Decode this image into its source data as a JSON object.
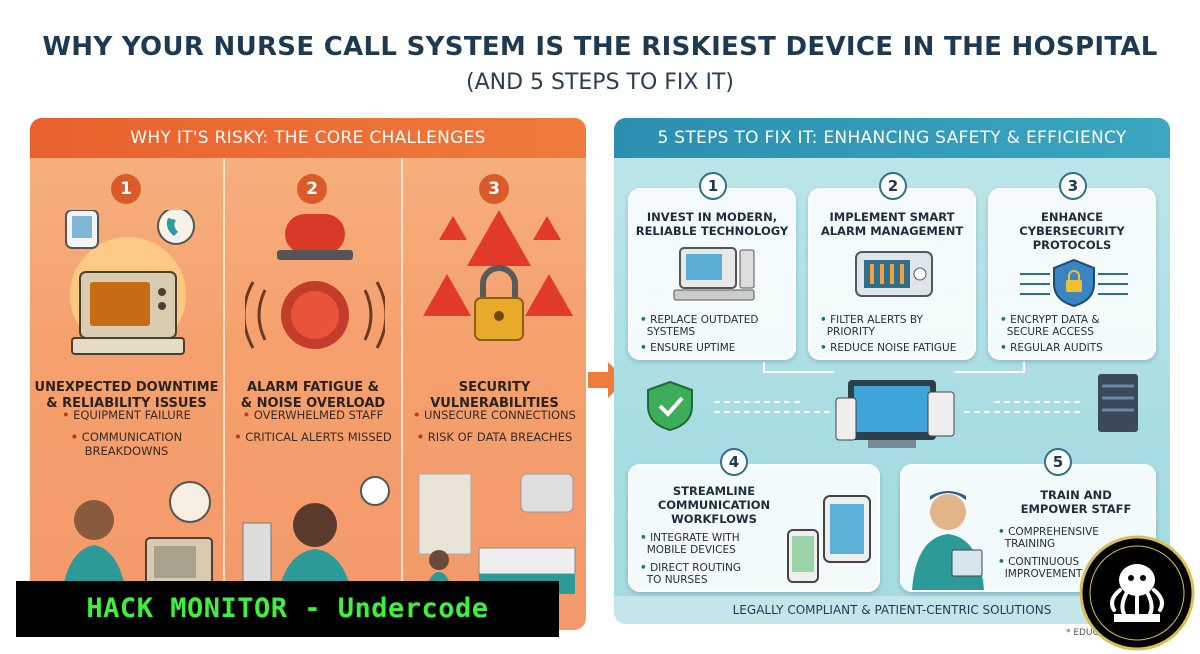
{
  "title": "WHY YOUR NURSE CALL SYSTEM IS THE RISKIEST DEVICE IN THE HOSPITAL",
  "subtitle": "(AND 5 STEPS TO FIX IT)",
  "left": {
    "header": "WHY IT'S RISKY: THE CORE CHALLENGES",
    "columns": [
      {
        "num": "1",
        "heading_l1": "UNEXPECTED DOWNTIME",
        "heading_l2": "& RELIABILITY ISSUES",
        "b1": "EQUIPMENT FAILURE",
        "b2_l1": "COMMUNICATION",
        "b2_l2": "BREAKDOWNS"
      },
      {
        "num": "2",
        "heading_l1": "ALARM FATIGUE &",
        "heading_l2": "& NOISE OVERLOAD",
        "b1": "OVERWHELMED STAFF",
        "b2_l1": "CRITICAL ALERTS MISSED"
      },
      {
        "num": "3",
        "heading_l1": "SECURITY",
        "heading_l2": "VULNERABILITIES",
        "b1": "UNSECURE CONNECTIONS",
        "b2_l1": "RISK OF DATA BREACHES"
      }
    ]
  },
  "right": {
    "header": "5 STEPS TO FIX IT: ENHANCING SAFETY & EFFICIENCY",
    "steps": [
      {
        "num": "1",
        "h1": "INVEST IN MODERN,",
        "h2": "RELIABLE TECHNOLOGY",
        "b1a": "REPLACE OUTDATED",
        "b1b": "SYSTEMS",
        "b2a": "ENSURE UPTIME"
      },
      {
        "num": "2",
        "h1": "IMPLEMENT SMART",
        "h2": "ALARM MANAGEMENT",
        "b1a": "FILTER ALERTS BY",
        "b1b": "PRIORITY",
        "b2a": "REDUCE NOISE FATIGUE"
      },
      {
        "num": "3",
        "h1": "ENHANCE",
        "h2": "CYBERSECURITY",
        "h3": "PROTOCOLS",
        "b1a": "ENCRYPT DATA &",
        "b1b": "SECURE ACCESS",
        "b2a": "REGULAR AUDITS"
      },
      {
        "num": "4",
        "h1": "STREAMLINE",
        "h2": "COMMUNICATION",
        "h3": "WORKFLOWS",
        "b1a": "INTEGRATE WITH",
        "b1b": "MOBILE DEVICES",
        "b2a": "DIRECT ROUTING",
        "b2b": "TO NURSES"
      },
      {
        "num": "5",
        "h1": "TRAIN AND",
        "h2": "EMPOWER STAFF",
        "b1a": "COMPREHENSIVE",
        "b1b": "TRAINING",
        "b2a": "CONTINUOUS",
        "b2b": "IMPROVEMENT"
      }
    ],
    "footer": "LEGALLY COMPLIANT & PATIENT-CENTRIC SOLUTIONS"
  },
  "watermark": "HACK MONITOR - Undercode",
  "edu_note": "* EDUCAT",
  "colors": {
    "orange": "#ef7b3c",
    "teal": "#3aa6c0",
    "hack_green": "#3cf23c"
  }
}
